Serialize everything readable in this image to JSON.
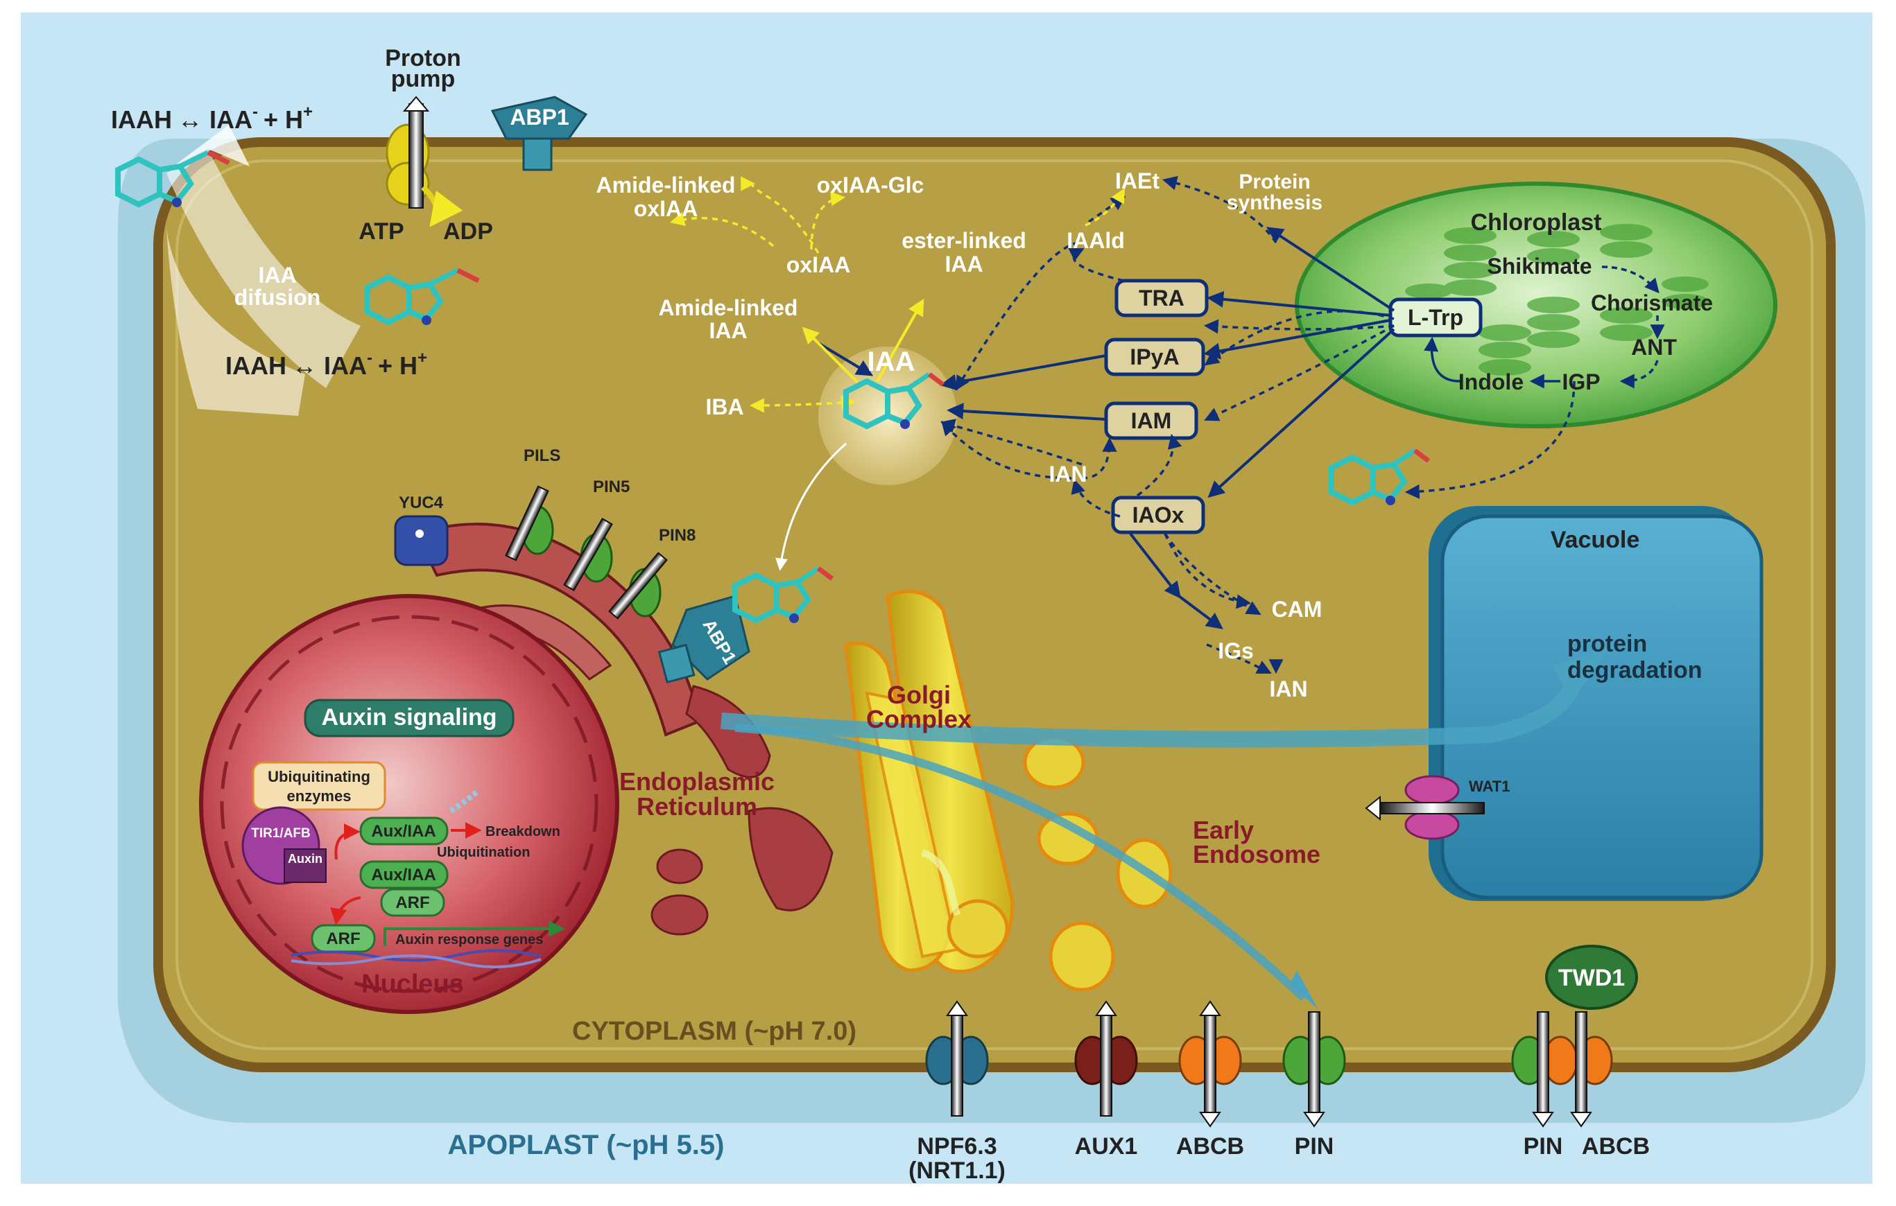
{
  "regions": {
    "apoplast": "APOPLAST (~pH 5.5)",
    "cytoplasm": "CYTOPLASM (~pH 7.0)"
  },
  "apoplast_equation": {
    "left": "IAAH",
    "arrow": "↔",
    "ion": "IAA",
    "sup": "-",
    "plus": "+ H",
    "sup2": "+"
  },
  "cytoplasm_equation": {
    "left": "IAAH",
    "arrow": "↔",
    "ion": "IAA",
    "sup": "-",
    "plus": "+ H",
    "sup2": "+"
  },
  "proton_pump": {
    "line1": "Proton",
    "line2": "pump",
    "atp": "ATP",
    "adp": "ADP"
  },
  "diffusion": {
    "line1": "IAA",
    "line2": "difusion"
  },
  "abp1": {
    "top": "ABP1",
    "er": "ABP1"
  },
  "metabolism": {
    "iaa": "IAA",
    "amide_linked_oxiaa": {
      "line1": "Amide-linked",
      "line2": "oxIAA"
    },
    "oxiaa_glc": "oxIAA-Glc",
    "oxiaa": "oxIAA",
    "ester_linked_iaa": {
      "line1": "ester-linked",
      "line2": "IAA"
    },
    "amide_linked_iaa": {
      "line1": "Amide-linked",
      "line2": "IAA"
    },
    "iba": "IBA",
    "iaet": "IAEt",
    "iaald": "IAAld",
    "protein_synthesis": {
      "line1": "Protein",
      "line2": "synthesis"
    },
    "ian_mid": "IAN",
    "cam": "CAM",
    "igs": "IGs",
    "ian_low": "IAN"
  },
  "boxes": {
    "tra": "TRA",
    "ipya": "IPyA",
    "iam": "IAM",
    "iaox": "IAOx",
    "ltrp": "L-Trp"
  },
  "chloroplast": {
    "title": "Chloroplast",
    "shikimate": "Shikimate",
    "chorismate": "Chorismate",
    "ant": "ANT",
    "indole": "Indole",
    "igp": "IGP"
  },
  "vacuole": {
    "title": "Vacuole",
    "line1": "protein",
    "line2": "degradation",
    "wat1": "WAT1"
  },
  "er": {
    "pils": "PILS",
    "pin5": "PIN5",
    "pin8": "PIN8",
    "yuc4": "YUC4",
    "line1": "Endoplasmic",
    "line2": "Reticulum"
  },
  "golgi": {
    "line1": "Golgi",
    "line2": "Complex"
  },
  "endosome": {
    "line1": "Early",
    "line2": "Endosome"
  },
  "nucleus": {
    "title": "Nucleus",
    "signaling": "Auxin signaling",
    "ubiq_line1": "Ubiquitinating",
    "ubiq_line2": "enzymes",
    "tir1": "TIR1/AFB",
    "auxin": "Auxin",
    "auxiaa1": "Aux/IAA",
    "breakdown": "Breakdown",
    "ubiquitination": "Ubiquitination",
    "auxiaa2": "Aux/IAA",
    "arf1": "ARF",
    "arf2": "ARF",
    "response_genes": "Auxin response genes"
  },
  "transporters": {
    "npf_line1": "NPF6.3",
    "npf_line2": "(NRT1.1)",
    "aux1": "AUX1",
    "abcb": "ABCB",
    "pin": "PIN",
    "pin_right": "PIN",
    "abcb_right": "ABCB",
    "twd1": "TWD1"
  },
  "colors": {
    "background": "#c6e6f6",
    "cytoplasm": "#b79f45",
    "cell_wall": "#7a5a20",
    "chloroplast": "#67b64d",
    "vacuole": "#2f8fb5",
    "nucleus": "#c84650",
    "golgi": "#d8c52b",
    "solid_arrow": "#0f2e78",
    "yellow_arrow": "#f4ea27",
    "box_fill": "#ddd2a0",
    "box_border": "#0f2e78"
  }
}
